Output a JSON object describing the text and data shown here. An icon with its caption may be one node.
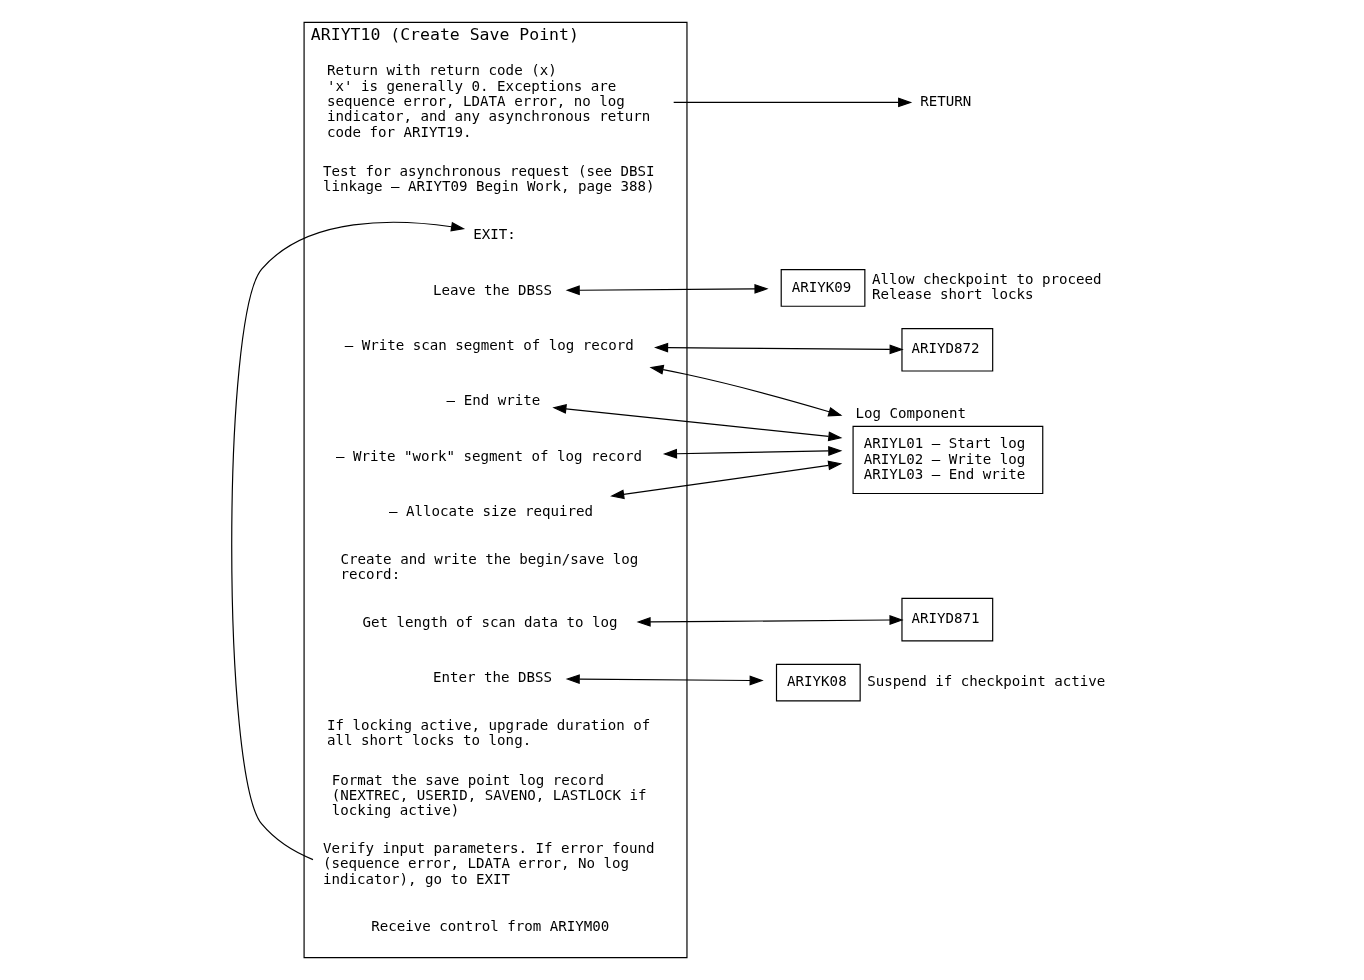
{
  "diagram": {
    "nodes": [
      {
        "text": [
          "ARIYT10 (Create Save Point)"
        ]
      },
      {
        "text": [
          "Receive control from ARIYM00"
        ],
        "in": 0
      },
      {
        "text": [
          "Verify input parameters. If error found (sequence error, LDATA error, No log indicator), go to EXIT"
        ],
        "in": 0
      },
      {
        "text": [
          "Format the save point log record (NEXTREC, USERID, SAVENO, LASTLOCK if locking active)"
        ],
        "in": 0
      },
      {
        "text": [
          "If locking active, upgrade duration of all short locks to long."
        ],
        "in": 0
      },
      {
        "text": [
          "Enter the DBSS"
        ],
        "in": 0
      },
      {
        "text": [
          "Get length of scan data to log"
        ],
        "in": 0
      },
      {
        "text": [
          "Create and write the begin/save log record:"
        ],
        "in": 0
      },
      {
        "text": [
          "– Allocate size required"
        ],
        "in": 0
      },
      {
        "text": [
          "– Write \"work\" segment of log record"
        ],
        "in": 0
      },
      {
        "text": [
          "– Write scan segment of log record"
        ],
        "in": 0
      },
      {
        "text": [
          "– End write"
        ],
        "in": 0
      },
      {
        "text": [
          "Leave the DBSS"
        ],
        "in": 0
      },
      {
        "text": [
          "EXIT:"
        ],
        "in": 0
      },
      {
        "text": [
          "Test for asynchronous request (see DBSI linkage – ARIYT09 Begin Work, page 388)"
        ],
        "in": 0
      },
      {
        "text": [
          "Return with return code (x)",
          "'x' is generally 0. Exceptions are sequence error, LDATA error, no log indicator, and any asynchronous return code for ARIYT19."
        ],
        "in": 0
      },
      {
        "text": [
          "ARIYK08"
        ],
        "beside": [
          "Suspend if checkpoint active"
        ]
      },
      {
        "text": [
          "ARIYD871"
        ]
      },
      {
        "text": [
          "Log Component",
          "ARIYL01 – Start log",
          "ARIYL02 – Write log",
          "ARIYL03 – End write"
        ]
      },
      {
        "text": [
          "ARIYD872"
        ]
      },
      {
        "text": [
          "ARIYK09"
        ],
        "beside": [
          "Allow checkpoint to proceed",
          "Release short locks"
        ]
      },
      {
        "text": [
          "RETURN"
        ]
      }
    ],
    "edges": [
      {
        "from": 2,
        "to": 13,
        "arrow": "to"
      },
      {
        "from": 5,
        "to": 16,
        "arrow": "both"
      },
      {
        "from": 6,
        "to": 17,
        "arrow": "both"
      },
      {
        "from": 8,
        "to": 18,
        "arrow": "both"
      },
      {
        "from": 9,
        "to": 18,
        "arrow": "both"
      },
      {
        "from": 10,
        "to": 18,
        "arrow": "both"
      },
      {
        "from": 11,
        "to": 18,
        "arrow": "both"
      },
      {
        "from": 10,
        "to": 19,
        "arrow": "both"
      },
      {
        "from": 12,
        "to": 20,
        "arrow": "both"
      },
      {
        "from": 15,
        "to": 21,
        "arrow": "to"
      }
    ]
  }
}
